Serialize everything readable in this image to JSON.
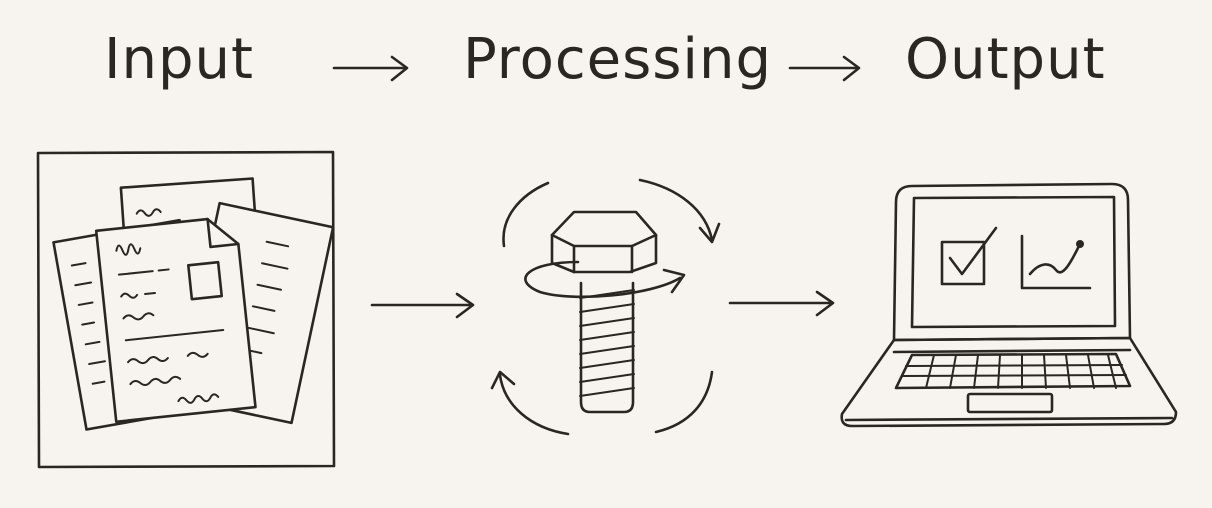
{
  "diagram": {
    "steps": [
      {
        "label": "Input",
        "icon": "documents-icon"
      },
      {
        "label": "Processing",
        "icon": "bolt-icon"
      },
      {
        "label": "Output",
        "icon": "laptop-icon"
      }
    ]
  },
  "colors": {
    "ink": "#2a2622",
    "background": "#f7f4ef"
  }
}
